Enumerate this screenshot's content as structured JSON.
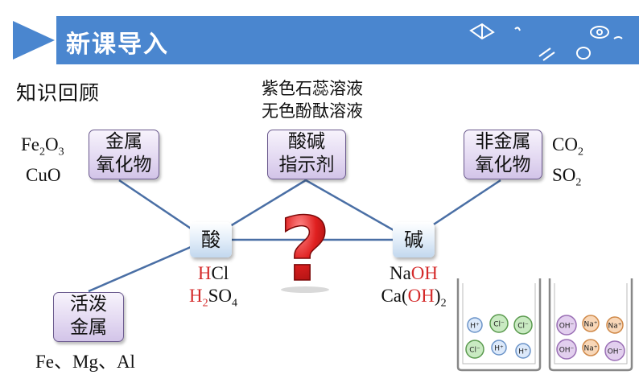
{
  "header": {
    "title": "新课导入"
  },
  "review_label": "知识回顾",
  "indicators": {
    "line1": "紫色石蕊溶液",
    "line2": "无色酚酞溶液"
  },
  "boxes": {
    "metal_oxide": {
      "line1": "金属",
      "line2": "氧化物"
    },
    "indicator": {
      "line1": "酸碱",
      "line2": "指示剂"
    },
    "nonmetal_oxide": {
      "line1": "非金属",
      "line2": "氧化物"
    },
    "active_metal": {
      "line1": "活泼",
      "line2": "金属"
    }
  },
  "acid": {
    "label": "酸"
  },
  "base": {
    "label": "碱"
  },
  "metal_oxide_examples": {
    "ex1_a": "Fe",
    "ex1_b": "2",
    "ex1_c": "O",
    "ex1_d": "3",
    "ex2": "CuO"
  },
  "nonmetal_oxide_examples": {
    "ex1_a": "CO",
    "ex1_b": "2",
    "ex2_a": "SO",
    "ex2_b": "2"
  },
  "acid_examples": {
    "hcl_h": "H",
    "hcl_rest": "Cl",
    "h2so4_h": "H",
    "h2so4_sub": "2",
    "h2so4_rest": "SO",
    "h2so4_sub2": "4"
  },
  "base_examples": {
    "naoh_na": "Na",
    "naoh_oh": "OH",
    "caoh_ca": "Ca(",
    "caoh_oh": "OH",
    "caoh_close": ")",
    "caoh_sub": "2"
  },
  "metal_examples": "Fe、Mg、Al",
  "question_mark": "?",
  "beaker_acid_ions": [
    "H⁺",
    "Cl⁻",
    "Cl⁻",
    "Cl⁻",
    "H⁺",
    "H⁺"
  ],
  "beaker_base_ions": [
    "OH⁻",
    "Na⁺",
    "Na⁺",
    "OH⁻",
    "Na⁺",
    "OH⁻"
  ],
  "colors": {
    "header": "#4a86cf",
    "red": "#d42a2a",
    "box_border": "#6b5a8e",
    "line": "#4a6fa5"
  }
}
